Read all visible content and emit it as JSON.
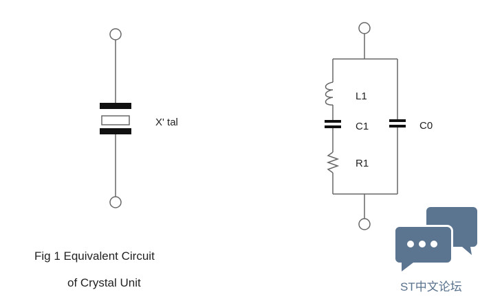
{
  "colors": {
    "line": "#666666",
    "plate": "#111111",
    "text": "#222222",
    "watermark": "#5b7490",
    "watermark_text": "#58718c"
  },
  "crystal": {
    "label": "X' tal"
  },
  "equivalent": {
    "labels": {
      "l1": "L1",
      "c1": "C1",
      "r1": "R1",
      "c0": "C0"
    }
  },
  "caption": {
    "line1": "Fig 1 Equivalent Circuit",
    "line2": "of Crystal Unit"
  },
  "watermark": {
    "icon": "chat-bubbles-icon",
    "text": "ST中文论坛"
  }
}
